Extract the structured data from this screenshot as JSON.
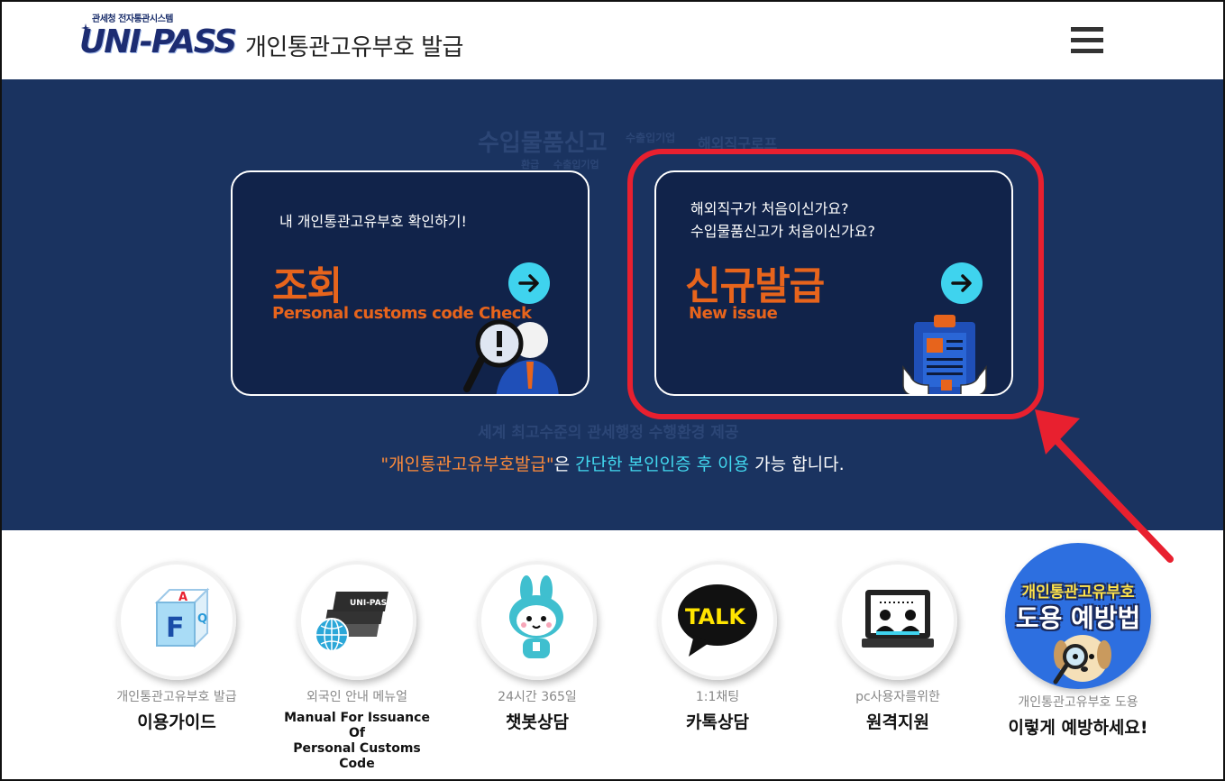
{
  "header": {
    "logo_subtitle": "관세청 전자통관시스템",
    "logo_text": "UNI-PASS",
    "title": "개인통관고유부호 발급",
    "menu_icon": "hamburger-menu-icon"
  },
  "hero": {
    "background_words": [
      "수입물품신고",
      "수출입기업",
      "해외직구로프",
      "환급",
      "수출입기업",
      "세계 최고수준의 관세행정 수행환경 제공"
    ],
    "cards": [
      {
        "description": "내 개인통관고유부호 확인하기!",
        "title": "조회",
        "subtitle": "Personal customs code Check",
        "icon": "magnifier-person-icon"
      },
      {
        "description_line1": "해외직구가 처음이신가요?",
        "description_line2": "수입물품신고가 처음이신가요?",
        "title": "신규발급",
        "subtitle": "New issue",
        "icon": "clipboard-document-icon"
      }
    ],
    "notice": {
      "part1": "\"개인통관고유부호발급\"",
      "part2": "은 ",
      "part3": "간단한 본인인증 후 이용",
      "part4": " 가능 합니다."
    }
  },
  "quick_links": [
    {
      "subtitle": "개인통관고유부호 발급",
      "title": "이용가이드",
      "icon": "faq-cube-icon"
    },
    {
      "subtitle": "외국인 안내 메뉴얼",
      "title_line1": "Manual For Issuance Of",
      "title_line2": "Personal Customs Code",
      "icon": "globe-books-icon"
    },
    {
      "subtitle": "24시간 365일",
      "title": "챗봇상담",
      "icon": "rabbit-chatbot-icon"
    },
    {
      "subtitle": "1:1채팅",
      "title": "카톡상담",
      "icon": "kakao-talk-icon"
    },
    {
      "subtitle": "pc사용자를위한",
      "title": "원격지원",
      "icon": "remote-monitor-icon"
    },
    {
      "subtitle": "개인통관고유부호 도용",
      "title": "이렇게 예방하세요!",
      "badge_line1": "개인통관고유부호",
      "badge_line2": "도용 예방법",
      "icon": "detective-dog-icon"
    }
  ],
  "colors": {
    "hero_bg": "#1a3360",
    "accent_orange": "#e7641c",
    "accent_cyan": "#3fd3ee",
    "highlight_red": "#e8202f"
  }
}
